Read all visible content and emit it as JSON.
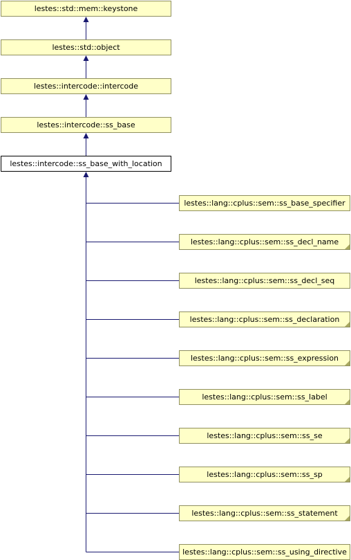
{
  "ancestors": {
    "keystone": "lestes::std::mem::keystone",
    "object": "lestes::std::object",
    "intercode": "lestes::intercode::intercode",
    "ss_base": "lestes::intercode::ss_base"
  },
  "current": "lestes::intercode::ss_base_with_location",
  "children": [
    "lestes::lang::cplus::sem::ss_base_specifier",
    "lestes::lang::cplus::sem::ss_decl_name",
    "lestes::lang::cplus::sem::ss_decl_seq",
    "lestes::lang::cplus::sem::ss_declaration",
    "lestes::lang::cplus::sem::ss_expression",
    "lestes::lang::cplus::sem::ss_label",
    "lestes::lang::cplus::sem::ss_se",
    "lestes::lang::cplus::sem::ss_sp",
    "lestes::lang::cplus::sem::ss_statement",
    "lestes::lang::cplus::sem::ss_using_directive"
  ],
  "colors": {
    "edge": "#191970",
    "node_fill": "#ffffc8",
    "node_border": "#8f8f5f",
    "current_fill": "#ffffff"
  }
}
